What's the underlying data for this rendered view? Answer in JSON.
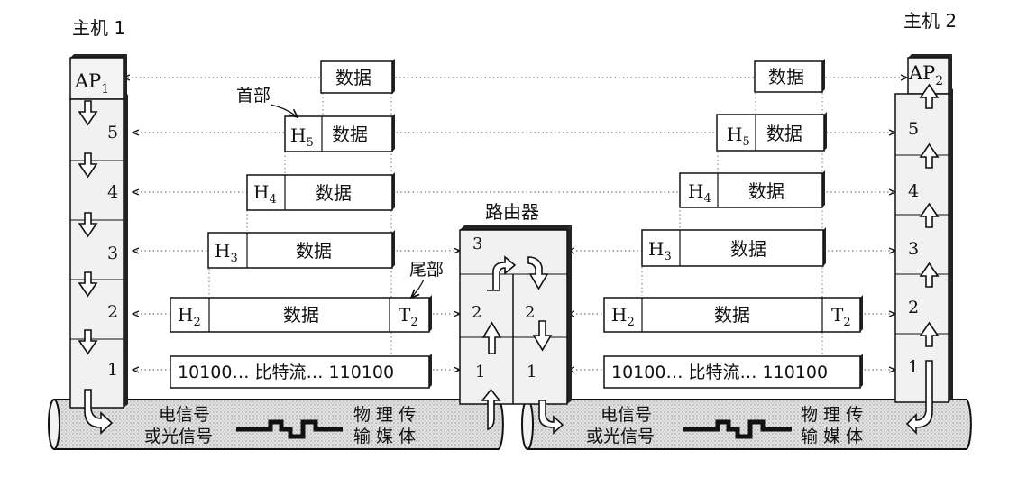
{
  "host1": {
    "label": "主机 1",
    "ap": "AP",
    "ap_sub": "1"
  },
  "host2": {
    "label": "主机 2",
    "ap": "AP",
    "ap_sub": "2"
  },
  "router": {
    "label": "路由器",
    "layer3": "3",
    "layer2": "2",
    "layer1": "1"
  },
  "layers": [
    "1",
    "2",
    "3",
    "4",
    "5"
  ],
  "annotations": {
    "header": "首部",
    "trailer": "尾部"
  },
  "pdu": {
    "data": "数据",
    "h5": "H",
    "h5_sub": "5",
    "h4": "H",
    "h4_sub": "4",
    "h3": "H",
    "h3_sub": "3",
    "h2": "H",
    "h2_sub": "2",
    "t2": "T",
    "t2_sub": "2",
    "bitstream": "10100… 比特流… 110100"
  },
  "media": {
    "signal_line1": "电信号",
    "signal_line2": "或光信号",
    "medium_line1": "物 理 传",
    "medium_line2": "输 媒 体"
  },
  "colors": {
    "ink": "#111111",
    "background": "#ffffff",
    "pipe_fill": "#d9d9d9",
    "stack_fill": "#eeeeee"
  }
}
